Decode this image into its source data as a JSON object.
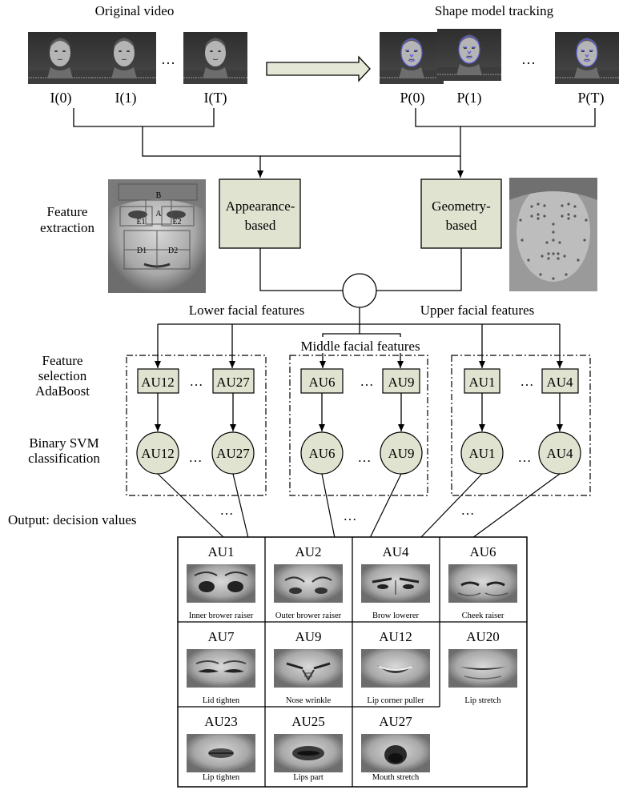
{
  "titles": {
    "original_video": "Original video",
    "shape_tracking": "Shape model tracking"
  },
  "frames": {
    "input": [
      "I(0)",
      "I(1)",
      "I(T)"
    ],
    "tracked": [
      "P(0)",
      "P(1)",
      "P(T)"
    ],
    "ellipsis": "…"
  },
  "feature_extraction": {
    "label_line1": "Feature",
    "label_line2": "extraction",
    "appearance_line1": "Appearance-",
    "appearance_line2": "based",
    "geometry_line1": "Geometry-",
    "geometry_line2": "based",
    "region_labels": [
      "B",
      "A",
      "E1",
      "E2",
      "D1",
      "D2"
    ]
  },
  "groups": {
    "lower": "Lower facial features",
    "middle": "Middle facial features",
    "upper": "Upper facial features"
  },
  "selection": {
    "line1": "Feature",
    "line2": "selection",
    "line3": "AdaBoost"
  },
  "classification": {
    "line1": "Binary SVM",
    "line2": "classification"
  },
  "au_boxes": [
    "AU12",
    "AU27",
    "AU6",
    "AU9",
    "AU1",
    "AU4"
  ],
  "output_label": "Output: decision values",
  "au_table": [
    {
      "code": "AU1",
      "desc": "Inner brower raiser"
    },
    {
      "code": "AU2",
      "desc": "Outer brower raiser"
    },
    {
      "code": "AU4",
      "desc": "Brow lowerer"
    },
    {
      "code": "AU6",
      "desc": "Cheek raiser"
    },
    {
      "code": "AU7",
      "desc": "Lid tighten"
    },
    {
      "code": "AU9",
      "desc": "Nose wrinkle"
    },
    {
      "code": "AU12",
      "desc": "Lip corner puller"
    },
    {
      "code": "AU20",
      "desc": "Lip stretch"
    },
    {
      "code": "AU23",
      "desc": "Lip tighten"
    },
    {
      "code": "AU25",
      "desc": "Lips part"
    },
    {
      "code": "AU27",
      "desc": "Mouth stretch"
    }
  ],
  "colors": {
    "box_fill": "#dfe3cf",
    "frame_dark": "#3a3a3a",
    "landmark": "#5a5ae0"
  }
}
